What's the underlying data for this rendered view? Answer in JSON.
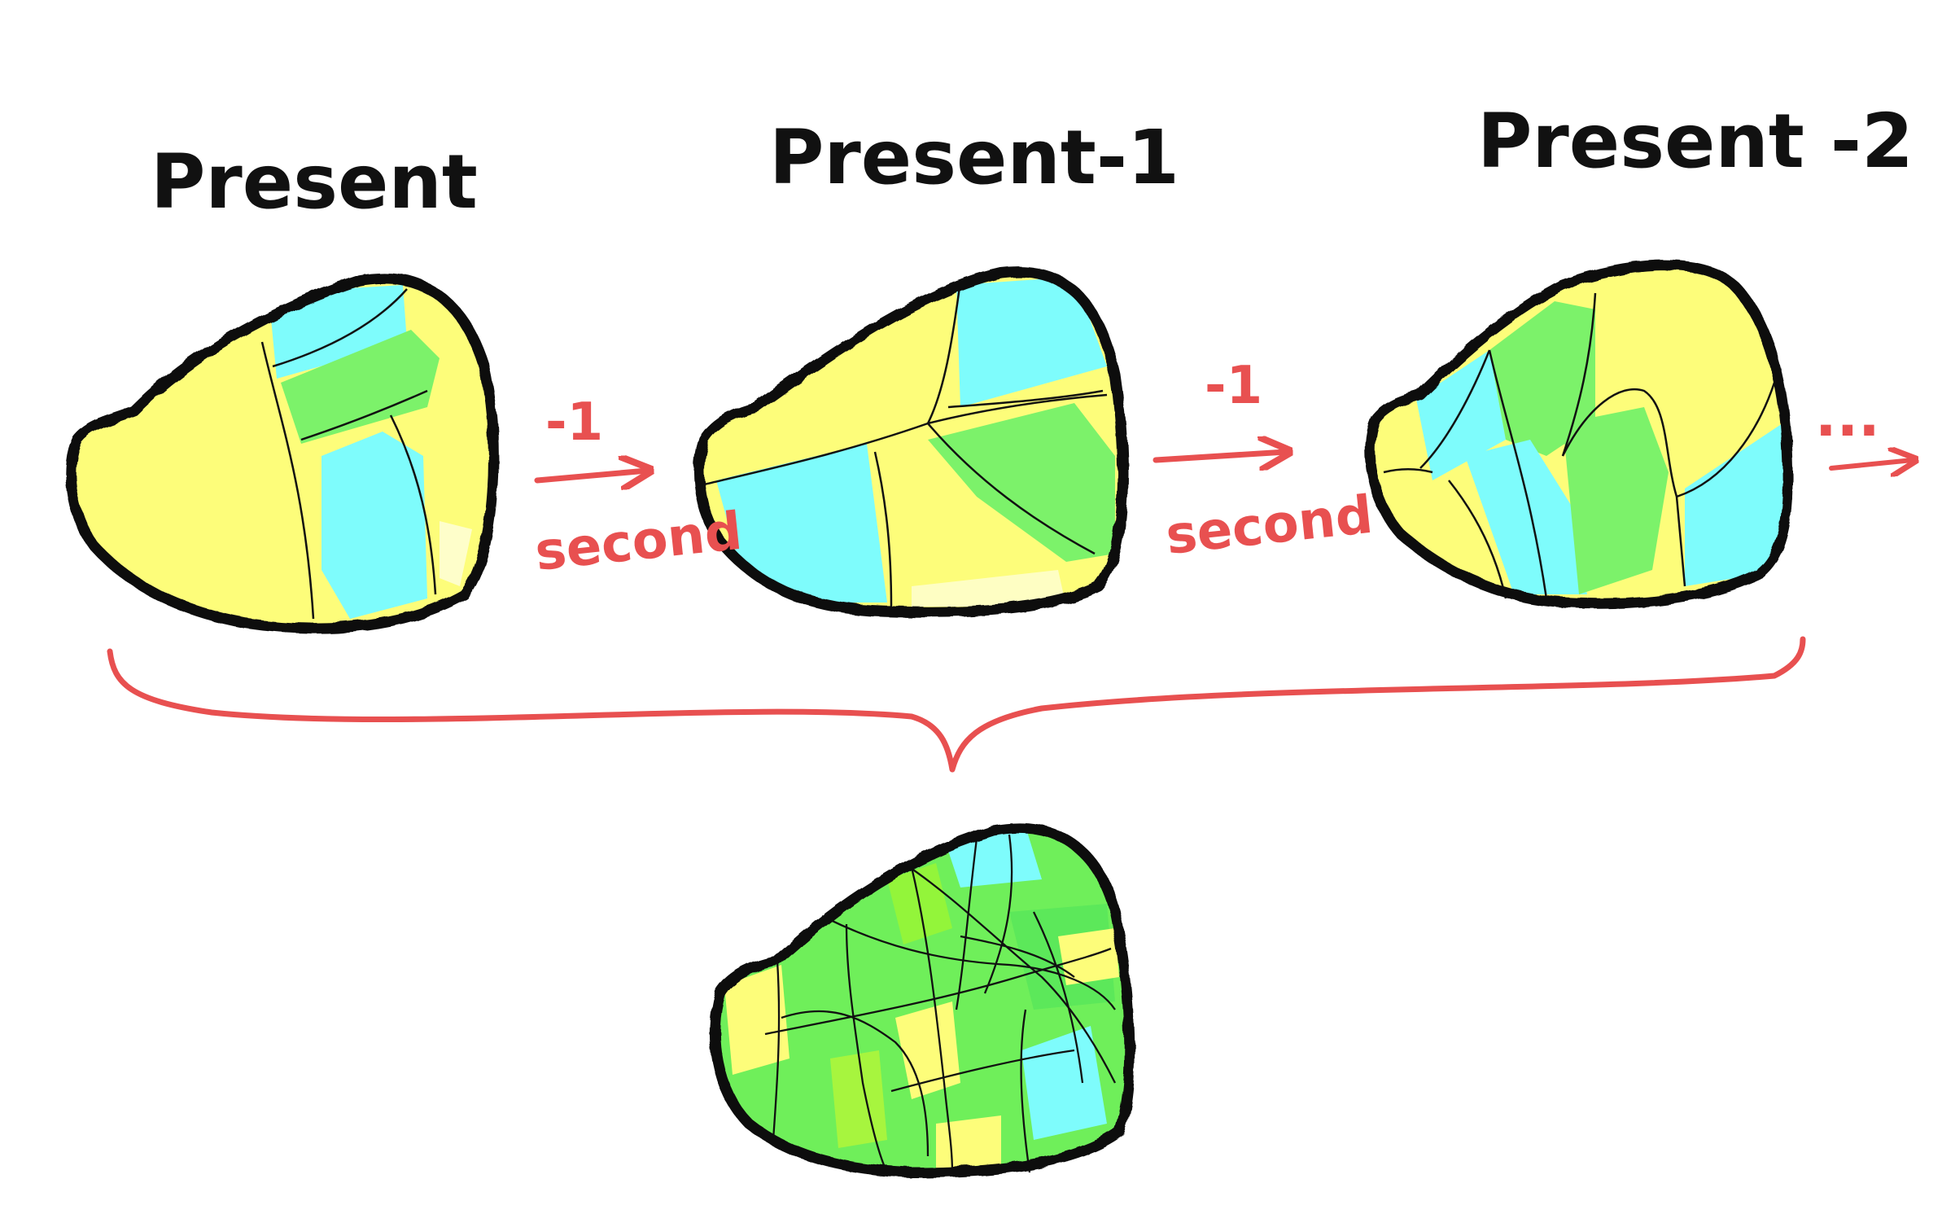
{
  "colors": {
    "yellow": "#fdfd7a",
    "cyan": "#7efcfc",
    "green": "#7cf26a",
    "outline": "#111111",
    "arrow": "#e85050",
    "background": "#ffffff"
  },
  "panels": [
    {
      "title": "Present"
    },
    {
      "title": "Present-1"
    },
    {
      "title": "Present -2"
    }
  ],
  "arrows": [
    {
      "top_label": "-1",
      "bottom_label": "second"
    },
    {
      "top_label": "-1",
      "bottom_label": "second"
    }
  ],
  "ellipsis": "...",
  "result": {
    "title": ""
  }
}
